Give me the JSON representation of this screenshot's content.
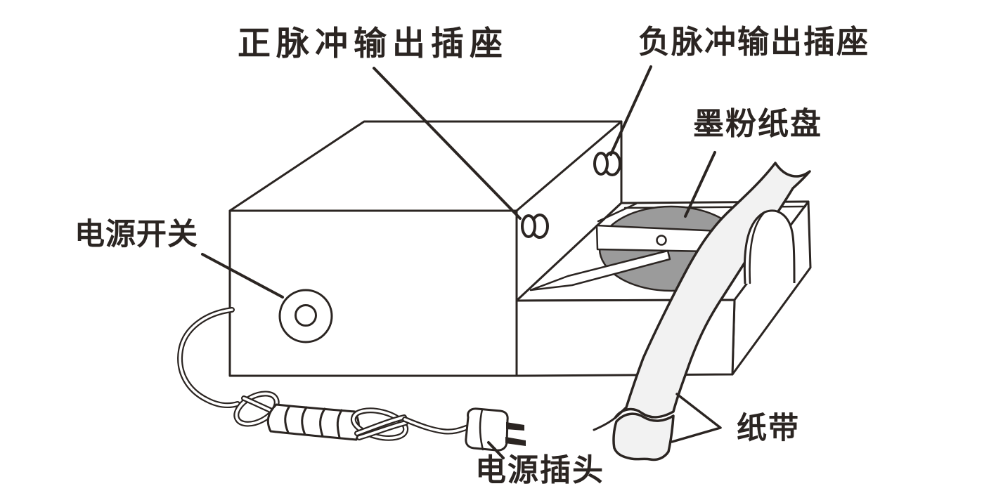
{
  "labels": {
    "positive_pulse_socket": "正脉冲输出插座",
    "negative_pulse_socket": "负脉冲输出插座",
    "toner_paper_disc": "墨粉纸盘",
    "power_switch": "电源开关",
    "paper_tape": "纸带",
    "power_plug": "电源插头"
  },
  "colors": {
    "line": "#2b2522",
    "disc_fill": "#9b9b9b",
    "tape_fill": "#f2f2f2",
    "background": "#ffffff"
  }
}
